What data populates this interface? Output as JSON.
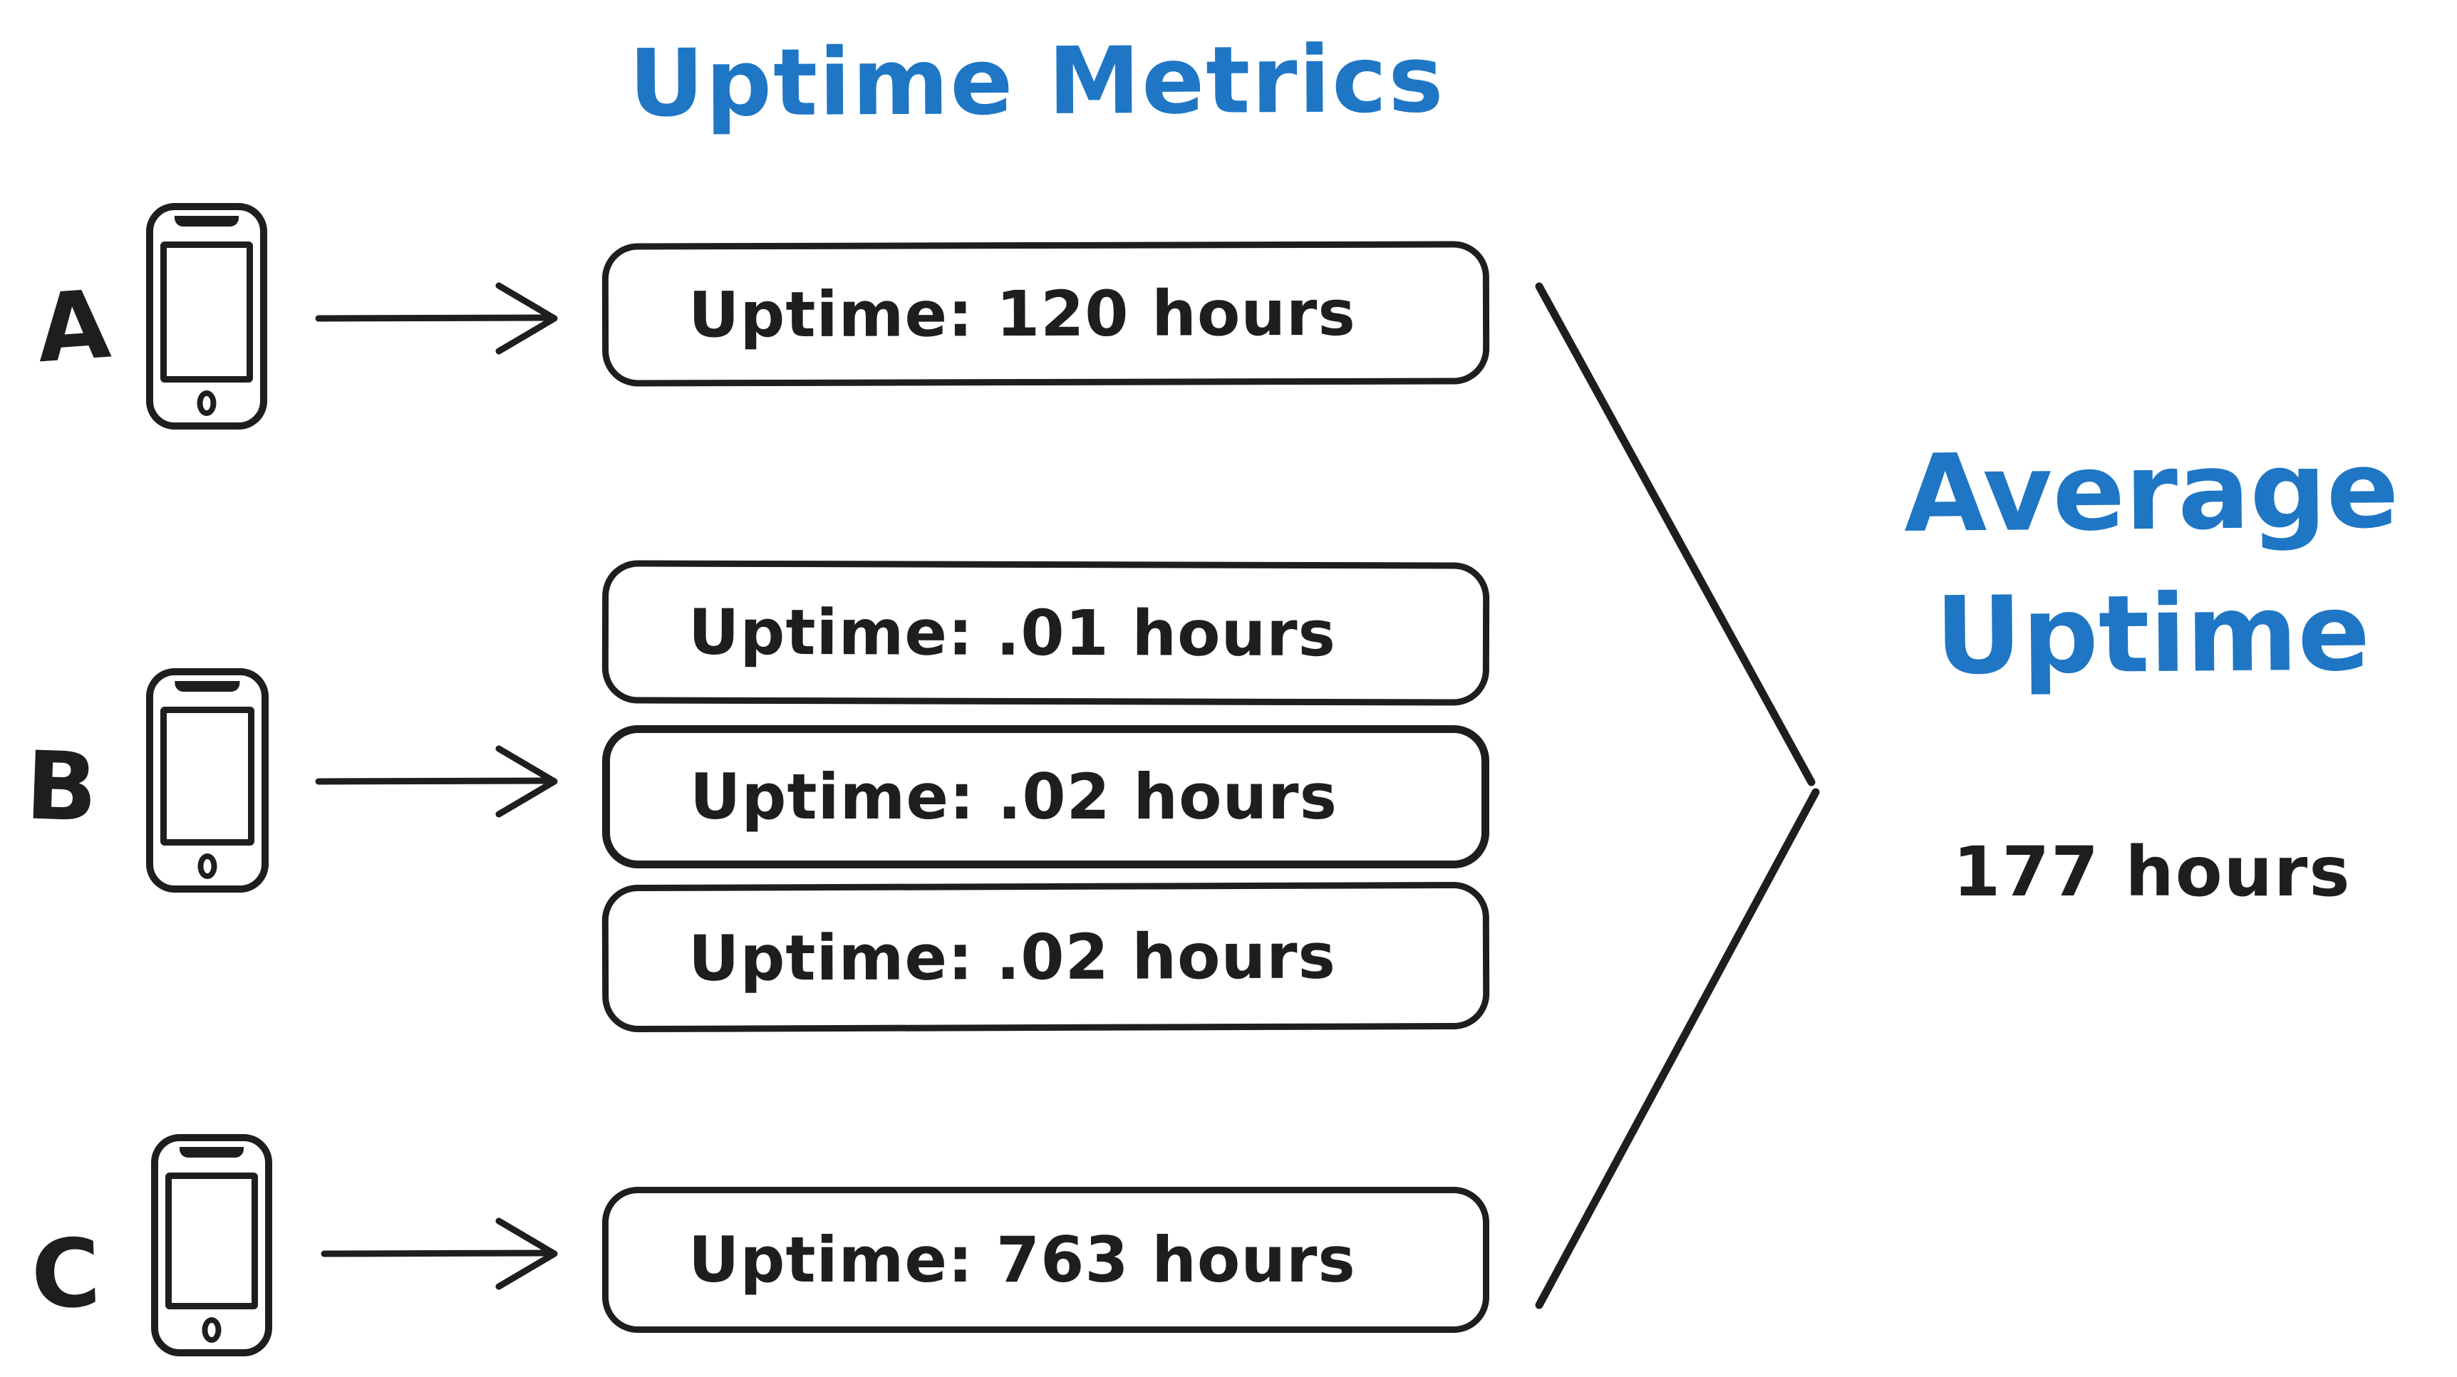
{
  "title": "Uptime Metrics",
  "colors": {
    "accent_blue": "#1f76c4",
    "ink_black": "#1e1e1e",
    "background": "#ffffff"
  },
  "devices": [
    {
      "label": "A",
      "icon": "phone-icon",
      "metrics": [
        "Uptime: 120 hours"
      ]
    },
    {
      "label": "B",
      "icon": "phone-icon",
      "metrics": [
        "Uptime: .01 hours",
        "Uptime: .02 hours",
        "Uptime: .02 hours"
      ]
    },
    {
      "label": "C",
      "icon": "phone-icon",
      "metrics": [
        "Uptime: 763 hours"
      ]
    }
  ],
  "result": {
    "title_line1": "Average",
    "title_line2": "Uptime",
    "value": "177 hours"
  }
}
